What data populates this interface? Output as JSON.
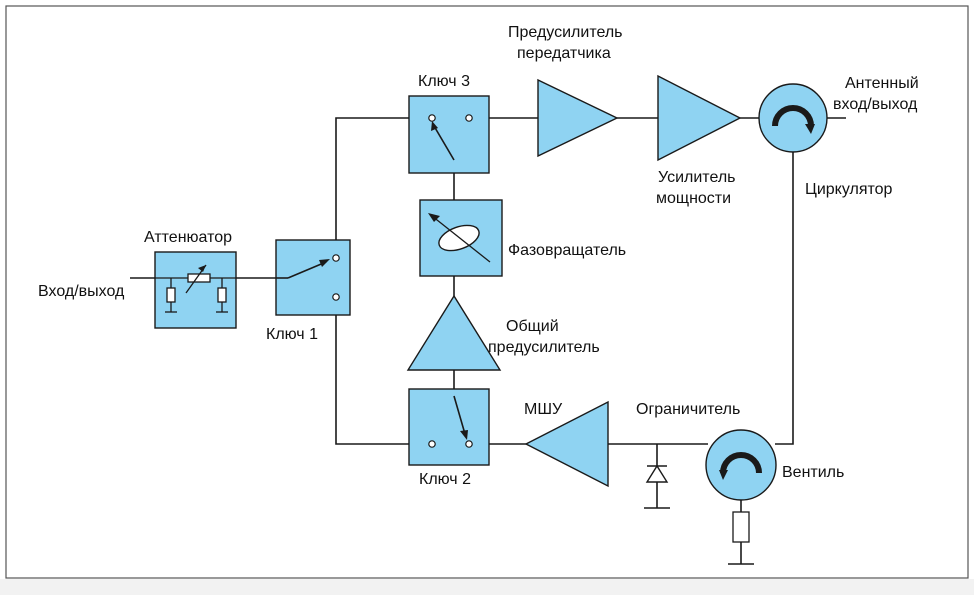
{
  "colors": {
    "block_fill": "#8fd3f2",
    "line": "#1a1a1a",
    "background": "#ffffff"
  },
  "labels": {
    "attenuator": "Аттенюатор",
    "input_output": "Вход/выход",
    "key1": "Ключ 1",
    "key2": "Ключ 2",
    "key3": "Ключ 3",
    "preamp_tx_line1": "Предусилитель",
    "preamp_tx_line2": "передатчика",
    "power_amp_line1": "Усилитель",
    "power_amp_line2": "мощности",
    "antenna_line1": "Антенный",
    "antenna_line2": "вход/выход",
    "circulator": "Циркулятор",
    "phase_shifter": "Фазовращатель",
    "common_preamp_line1": "Общий",
    "common_preamp_line2": "предусилитель",
    "lna": "МШУ",
    "limiter": "Ограничитель",
    "isolator": "Вентиль"
  }
}
